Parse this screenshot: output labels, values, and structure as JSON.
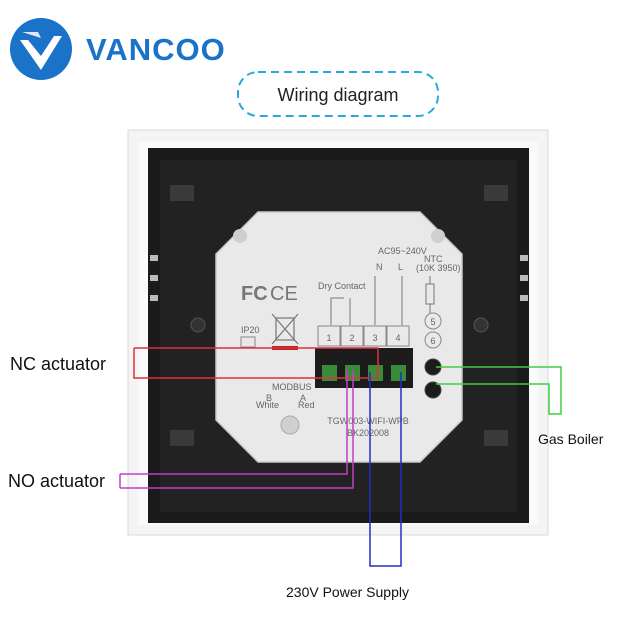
{
  "brand": {
    "name": "VANCOO",
    "color": "#1a73c8"
  },
  "title": "Wiring diagram",
  "device": {
    "dry_contact_label": "Dry  Contact",
    "ac_label": "AC95~240V",
    "n_label": "N",
    "l_label": "L",
    "ntc_label": "NTC",
    "ntc_spec": "(10K 3950)",
    "terminals": [
      "1",
      "2",
      "3",
      "4"
    ],
    "extra_terminals": [
      "5",
      "6"
    ],
    "ip_rating": "IP20",
    "modbus_label": "MODBUS",
    "modbus_b": "B",
    "modbus_a": "A",
    "modbus_white": "White",
    "modbus_red": "Red",
    "model": "TGW003-WIFI-WPB",
    "batch": "BK202008"
  },
  "labels": {
    "nc_actuator": "NC actuator",
    "no_actuator": "NO actuator",
    "gas_boiler": "Gas Boiler",
    "power_supply": "230V Power Supply"
  },
  "colors": {
    "nc_wire": "#e0303a",
    "no_wire": "#c040c8",
    "boiler_wire": "#3fd040",
    "power_wire": "#2030c0",
    "title_border": "#29a8e0"
  }
}
